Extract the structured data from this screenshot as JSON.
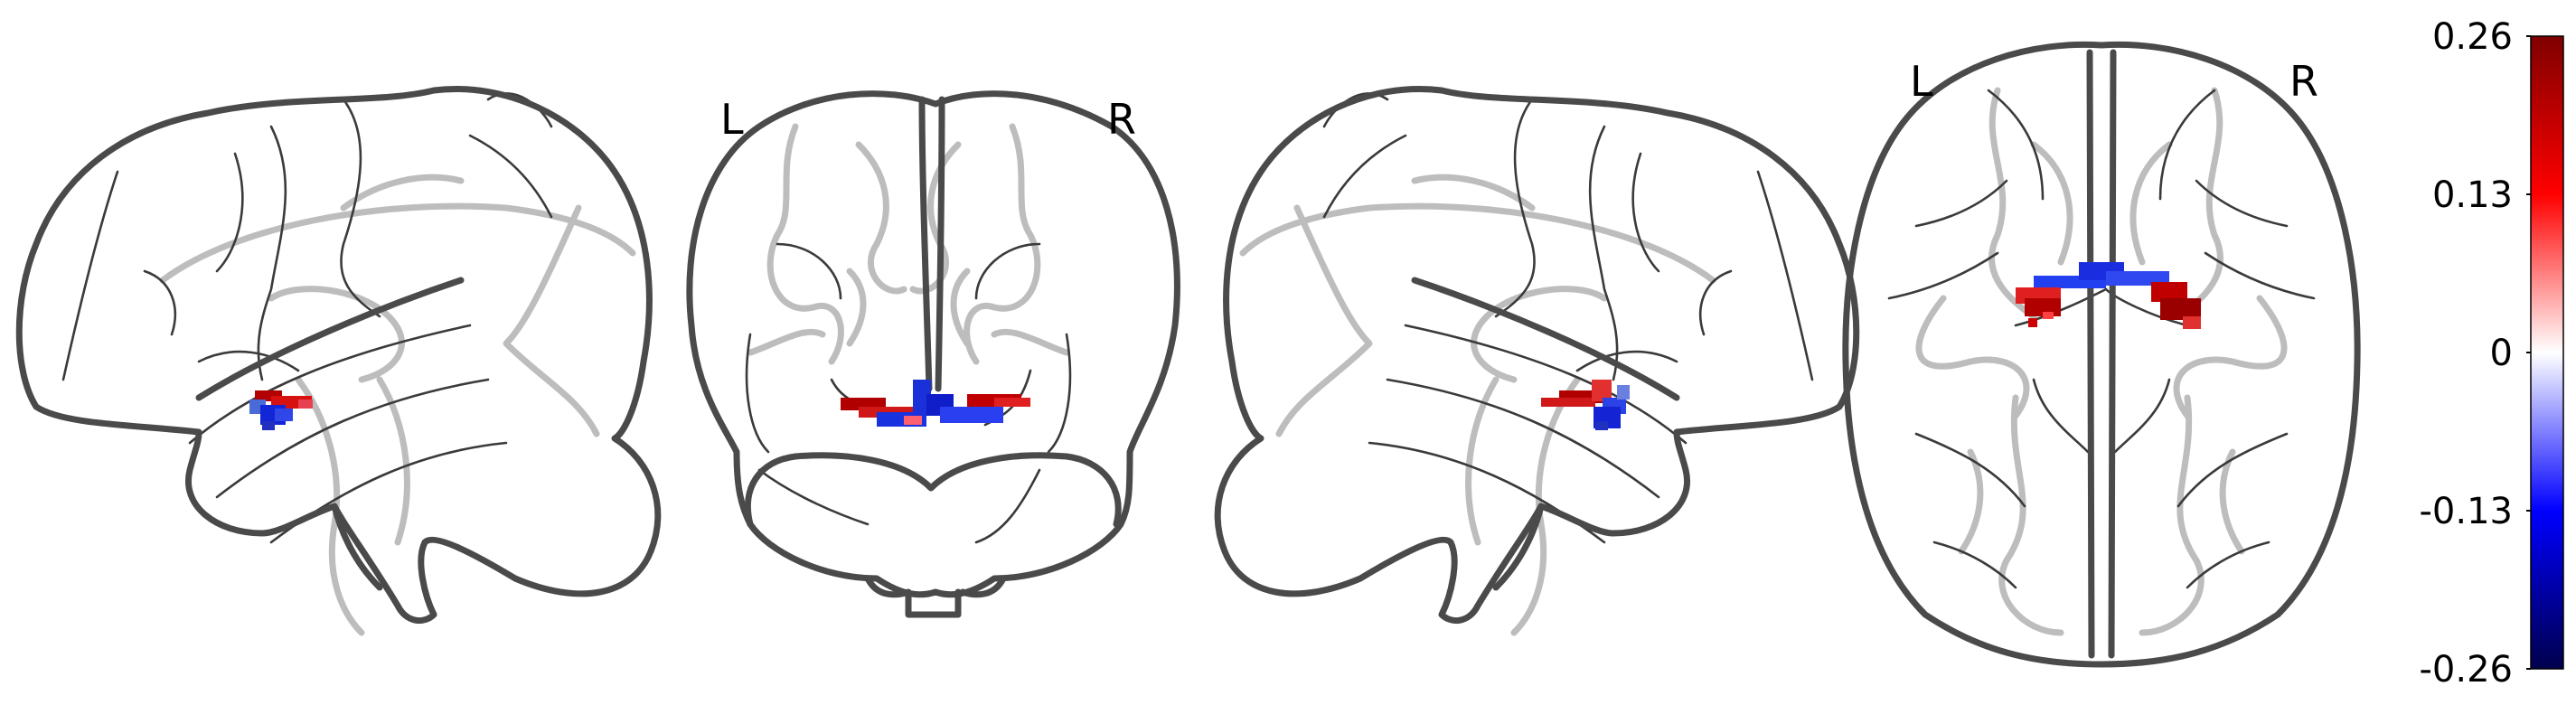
{
  "views": {
    "coronal": {
      "left_label": "L",
      "right_label": "R"
    },
    "axial": {
      "left_label": "L",
      "right_label": "R"
    }
  },
  "colorbar": {
    "ticks": [
      "0.26",
      "0.13",
      "0",
      "-0.13",
      "-0.26"
    ],
    "colors": [
      "#7f0000",
      "#ff0000",
      "#ffffff",
      "#0000ff",
      "#00004d"
    ],
    "vmin": -0.26,
    "vmax": 0.26
  },
  "overlay_colors": {
    "positive": "#c00000",
    "negative": "#1020e0"
  }
}
